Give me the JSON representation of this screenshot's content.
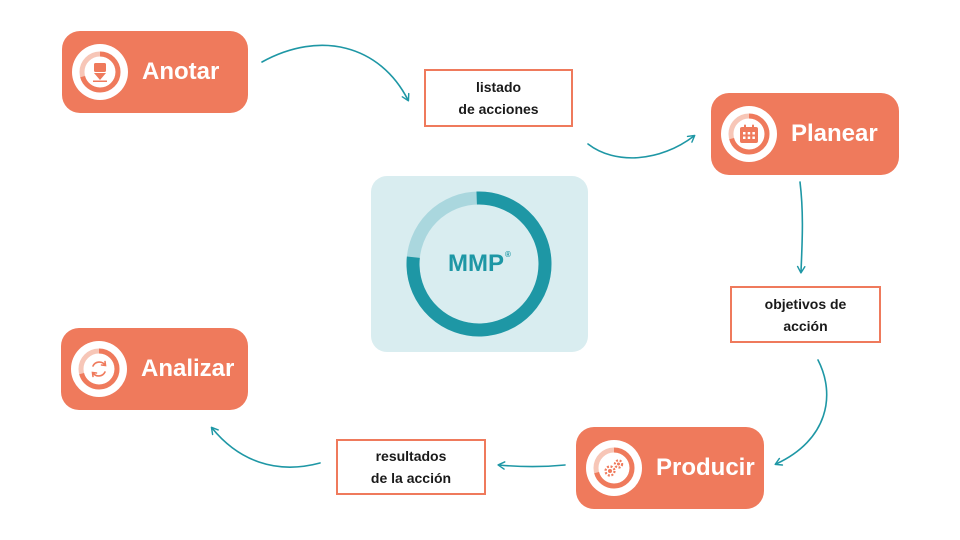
{
  "colors": {
    "step_fill": "#ef7a5c",
    "ring_light": "#f7c6b7",
    "teal": "#1e97a5",
    "teal_light": "#aad7de",
    "center_bg": "#d9edf0"
  },
  "center": {
    "label": "MMP",
    "mark": "®"
  },
  "steps": [
    {
      "label": "Anotar",
      "icon": "pen-nib-icon"
    },
    {
      "label": "Planear",
      "icon": "calendar-icon"
    },
    {
      "label": "Producir",
      "icon": "gears-icon"
    },
    {
      "label": "Analizar",
      "icon": "cycle-arrows-icon"
    }
  ],
  "outputs": [
    {
      "text": "listado\nde acciones"
    },
    {
      "text": "objetivos de\nacción"
    },
    {
      "text": "resultados\nde la acción"
    }
  ]
}
